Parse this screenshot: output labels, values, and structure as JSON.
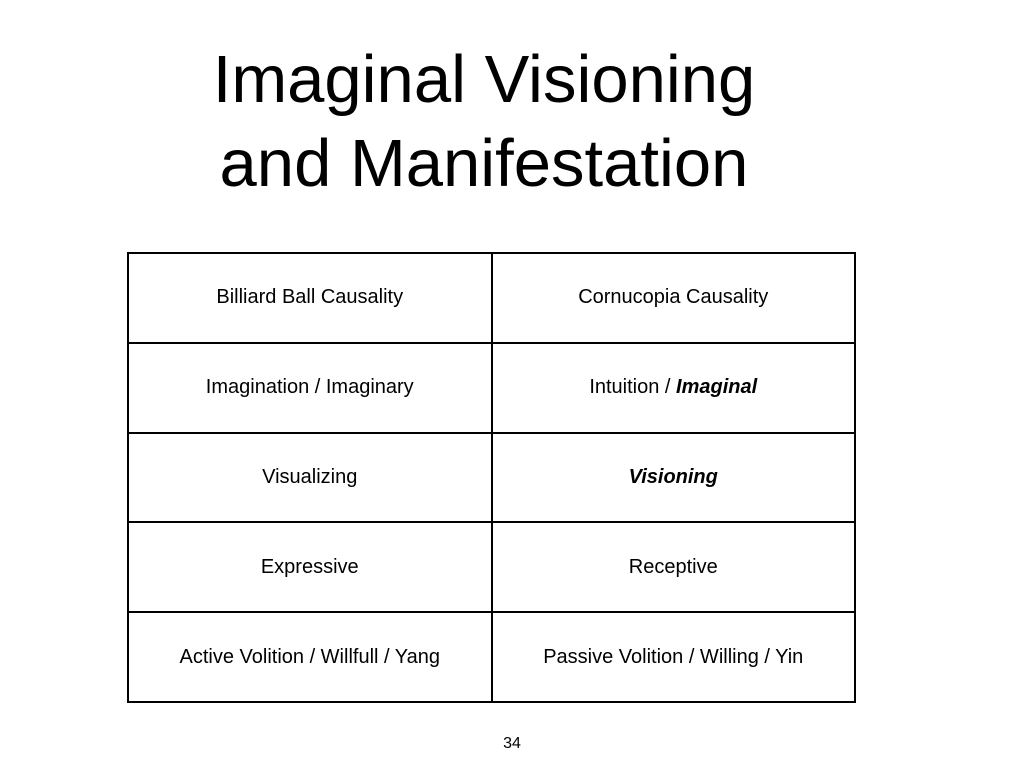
{
  "slide": {
    "title_line1": "Imaginal Visioning",
    "title_line2": "and Manifestation",
    "page_number": "34"
  },
  "table": {
    "rows": [
      {
        "left": "Billiard Ball Causality",
        "right_prefix": "",
        "right_emphasis": "",
        "right_plain": "Cornucopia Causality"
      },
      {
        "left": "Imagination / Imaginary",
        "right_prefix": "Intuition / ",
        "right_emphasis": "Imaginal",
        "right_plain": ""
      },
      {
        "left": "Visualizing",
        "right_prefix": "",
        "right_emphasis": "Visioning",
        "right_plain": ""
      },
      {
        "left": "Expressive",
        "right_prefix": "",
        "right_emphasis": "",
        "right_plain": "Receptive"
      },
      {
        "left": "Active Volition / Willfull / Yang",
        "right_prefix": "",
        "right_emphasis": "",
        "right_plain": "Passive Volition / Willing / Yin"
      }
    ]
  }
}
